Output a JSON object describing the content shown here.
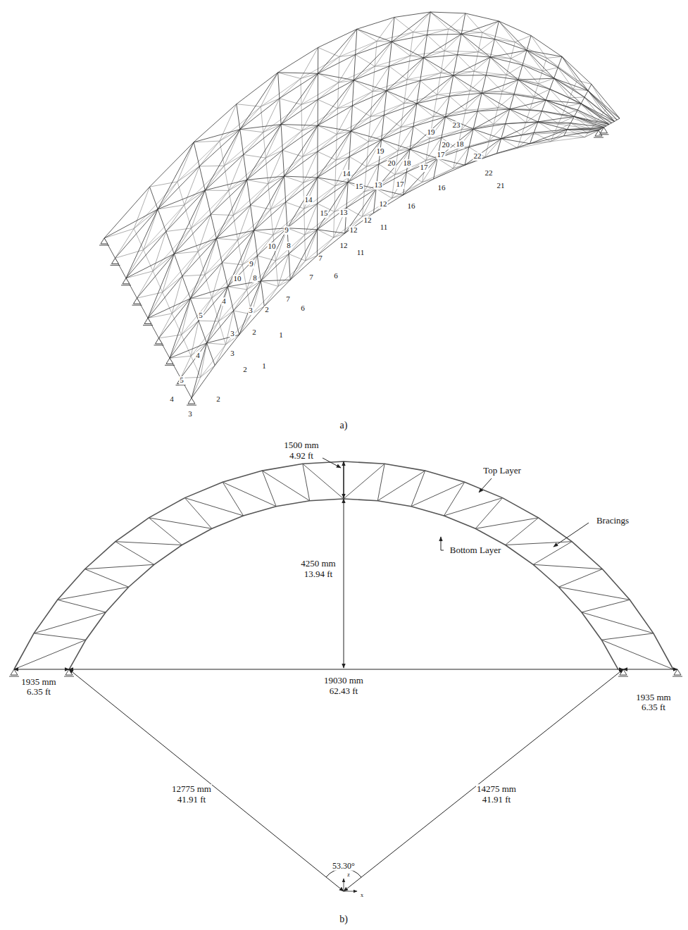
{
  "diagram": {
    "labels": [
      "23",
      "19",
      "20",
      "18",
      "19",
      "22",
      "17",
      "20",
      "18",
      "22",
      "17",
      "14",
      "21",
      "15",
      "13",
      "17",
      "16",
      "14",
      "12",
      "16",
      "15",
      "13",
      "12",
      "12",
      "11",
      "9",
      "12",
      "10",
      "8",
      "11",
      "9",
      "7",
      "6",
      "10",
      "8",
      "7",
      "4",
      "7",
      "6",
      "5",
      "3",
      "2",
      "2",
      "1",
      "3",
      "4",
      "2",
      "1",
      "3",
      "5",
      "4",
      "2",
      "3",
      "a)",
      "1500 mm",
      "4.92 ft",
      "Top Layer",
      "Bracings",
      "Bottom Layer",
      "4250 mm",
      "13.94 ft",
      "1935 mm",
      "6.35 ft",
      "19030 mm",
      "62.43 ft",
      "1935 mm",
      "6.35 ft",
      "12775 mm",
      "41.91 ft",
      "14275 mm",
      "41.91 ft",
      "53.30°",
      "z",
      "x",
      "b)"
    ]
  }
}
